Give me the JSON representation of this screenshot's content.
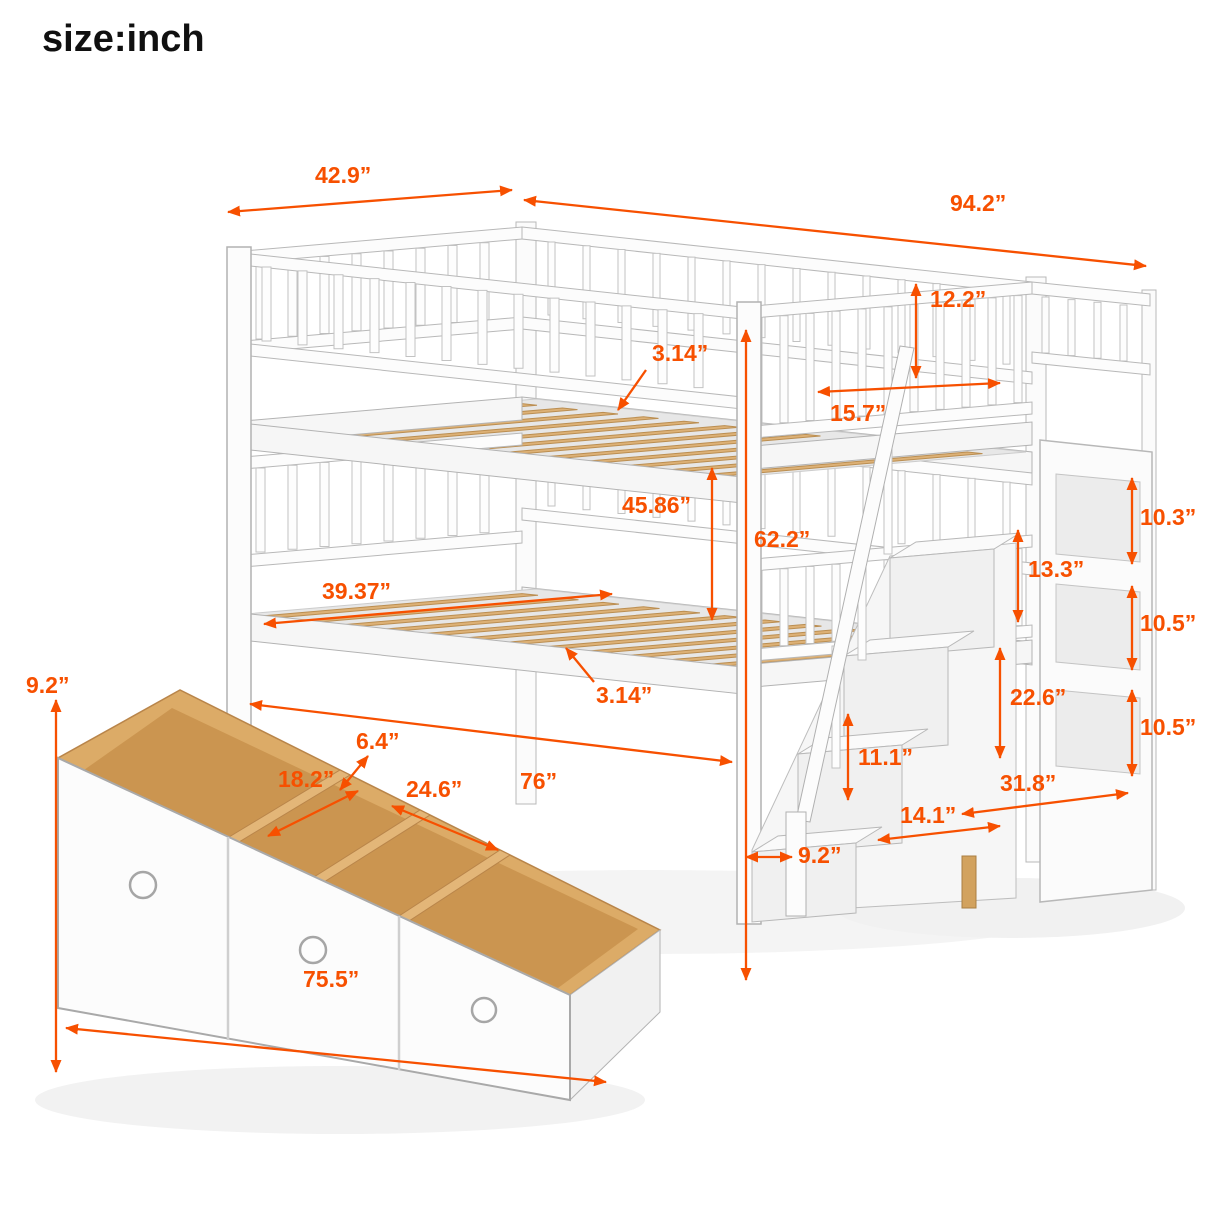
{
  "title": "size:inch",
  "accent_color": "#f75000",
  "background_color": "#ffffff",
  "dims": {
    "d42_9": "42.9”",
    "d94_2": "94.2”",
    "d12_2": "12.2”",
    "d3_14_top": "3.14”",
    "d15_7": "15.7”",
    "d45_86": "45.86”",
    "d62_2": "62.2”",
    "d10_3": "10.3”",
    "d13_3": "13.3”",
    "d10_5_mid": "10.5”",
    "d22_6": "22.6”",
    "d10_5_low": "10.5”",
    "d39_37": "39.37”",
    "d3_14_low": "3.14”",
    "d9_2_left": "9.2”",
    "d6_4": "6.4”",
    "d18_2": "18.2”",
    "d24_6": "24.6”",
    "d76": "76”",
    "d11_1": "11.1”",
    "d14_1": "14.1”",
    "d9_2_stair": "9.2”",
    "d31_8": "31.8”",
    "d75_5": "75.5”"
  }
}
